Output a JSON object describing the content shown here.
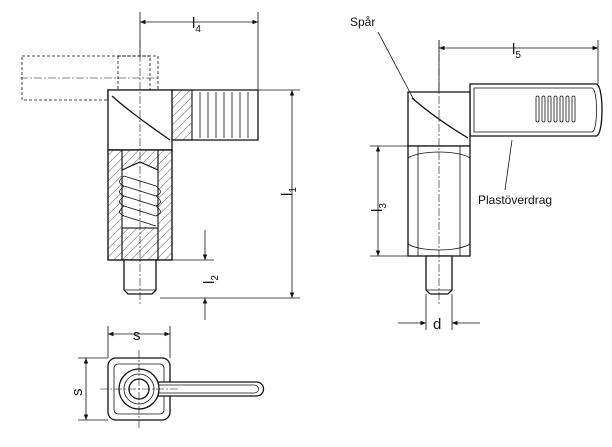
{
  "labels": {
    "l4": {
      "base": "l",
      "sub": "4"
    },
    "l5": {
      "base": "l",
      "sub": "5"
    },
    "l1": {
      "base": "l",
      "sub": "1"
    },
    "l2": {
      "base": "l",
      "sub": "2"
    },
    "l3": {
      "base": "l",
      "sub": "3"
    },
    "d": "d",
    "s_top": "s",
    "s_side": "s",
    "spar": "Spår",
    "plastoverdrag": "Plastöverdrag"
  }
}
